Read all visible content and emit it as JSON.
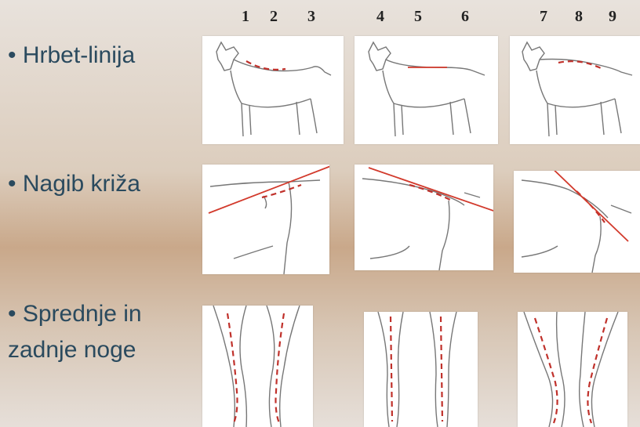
{
  "column_numbers": [
    "1",
    "2",
    "3",
    "4",
    "5",
    "6",
    "7",
    "8",
    "9"
  ],
  "rows": [
    {
      "label": "• Hrbet-linija"
    },
    {
      "label": "• Nagib križa"
    },
    {
      "label_line1": "• Sprednje in",
      "label_line2": "zadnje noge"
    }
  ],
  "colors": {
    "accent_line": "#d23a2c",
    "dashed_line": "#c0312b",
    "label_text": "#2a4a5e"
  }
}
